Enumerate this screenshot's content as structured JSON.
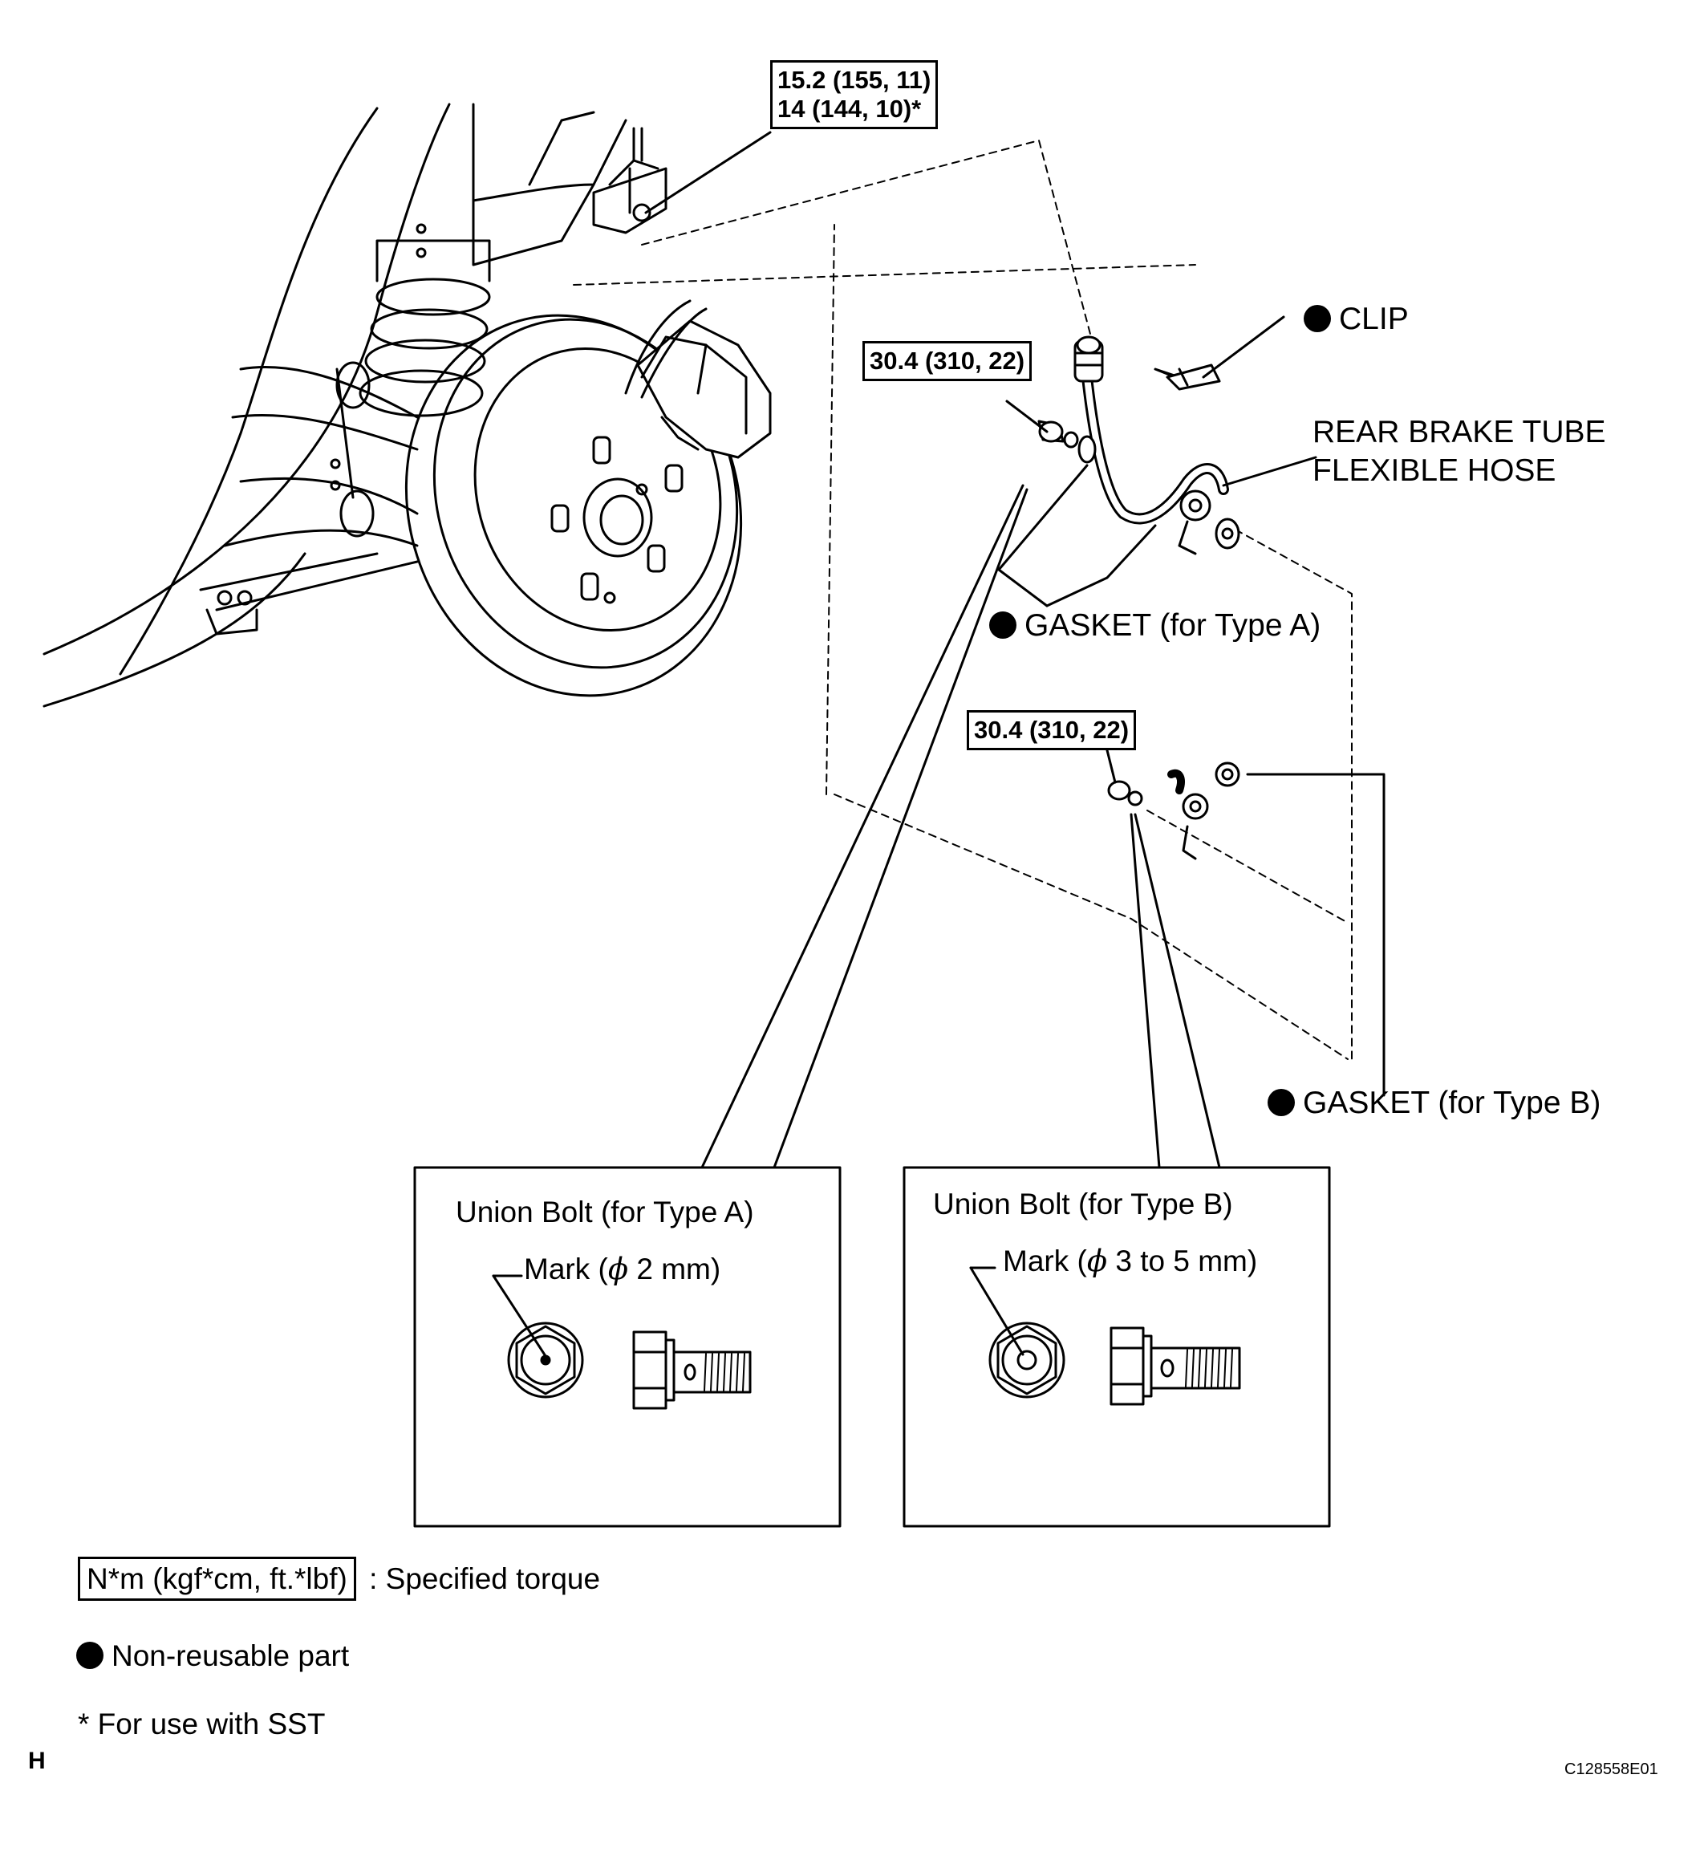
{
  "torque_labels": {
    "top_line1": "15.2 (155, 11)",
    "top_line2": "14 (144, 10)*",
    "union_a": "30.4 (310, 22)",
    "union_b": "30.4 (310, 22)"
  },
  "callouts": {
    "clip": "CLIP",
    "hose_line1": "REAR BRAKE TUBE",
    "hose_line2": "FLEXIBLE HOSE",
    "gasket_a": "GASKET (for Type A)",
    "gasket_b": "GASKET (for Type B)"
  },
  "detail_a": {
    "title": "Union Bolt (for Type A)",
    "mark_prefix": "Mark (",
    "mark_symbol": "ϕ",
    "mark_suffix": "2 mm)"
  },
  "detail_b": {
    "title": "Union Bolt (for Type B)",
    "mark_prefix": "Mark (",
    "mark_symbol": "ϕ",
    "mark_suffix": "3 to 5 mm)"
  },
  "legend": {
    "torque_unit": "N*m (kgf*cm, ft.*lbf)",
    "torque_desc": ": Specified torque",
    "nonreusable": "Non-reusable part",
    "sst_note": "* For use with SST"
  },
  "corner_letter": "H",
  "figure_code": "C128558E01",
  "colors": {
    "ink": "#000000",
    "paper": "#ffffff"
  }
}
